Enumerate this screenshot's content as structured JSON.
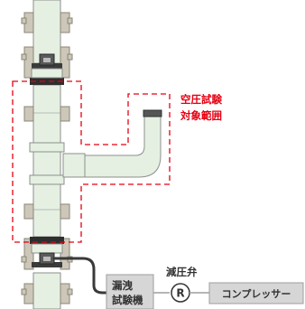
{
  "labels": {
    "test_scope_line1": "空圧試験",
    "test_scope_line2": "対象範囲",
    "leak_tester_line1": "漏洩",
    "leak_tester_line2": "試験機",
    "pressure_reducing_valve": "減圧弁",
    "regulator_symbol": "R",
    "compressor": "コンプレッサー"
  },
  "colors": {
    "scope_outline": "#e60012",
    "scope_text": "#e60012",
    "pipe_fill": "#e5f0e3",
    "pipe_stroke": "#8c8f8b",
    "clamp_fill": "#cdc7b9",
    "clamp_stroke": "#8a8476",
    "plug_fill": "#3b3b3b",
    "box_fill": "#d6d6d6",
    "box_stroke": "#9d9d9d",
    "text_dark": "#333333",
    "hose": "#3a3a3a"
  },
  "icons": [
    "regulator-icon"
  ]
}
